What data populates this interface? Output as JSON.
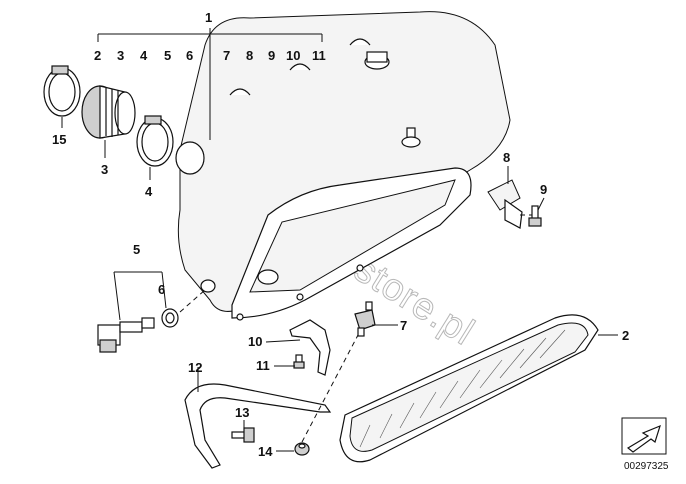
{
  "callouts": {
    "c1": "1",
    "c2_top": "2",
    "c3_top": "3",
    "c4_top": "4",
    "c5_top": "5",
    "c6_top": "6",
    "c7_top": "7",
    "c8_top": "8",
    "c9_top": "9",
    "c10_top": "10",
    "c11_top": "11",
    "c15": "15",
    "c3": "3",
    "c4": "4",
    "c8": "8",
    "c9": "9",
    "c5": "5",
    "c6": "6",
    "c10": "10",
    "c7": "7",
    "c11": "11",
    "c2": "2",
    "c12": "12",
    "c13": "13",
    "c14": "14"
  },
  "watermark": "www.BMWstore.pl",
  "document_number": "00297325"
}
